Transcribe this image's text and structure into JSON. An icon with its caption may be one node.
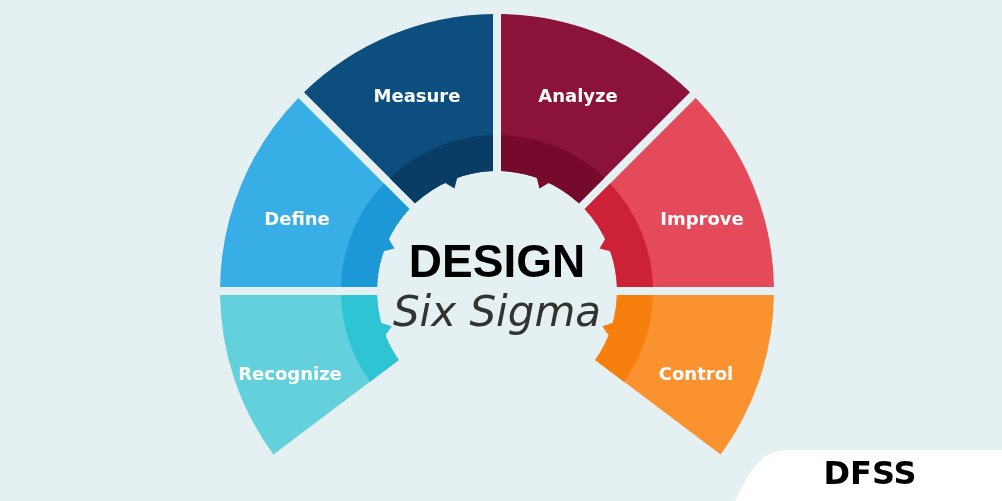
{
  "diagram": {
    "nodes": [
      {
        "text": [
          "Recognize"
        ]
      },
      {
        "text": [
          "Define"
        ]
      },
      {
        "text": [
          "Measure"
        ]
      },
      {
        "text": [
          "Analyze"
        ]
      },
      {
        "text": [
          "Improve"
        ]
      },
      {
        "text": [
          "Control"
        ]
      }
    ],
    "labels": [
      "DESIGN",
      "Six Sigma",
      "DFSS"
    ]
  }
}
